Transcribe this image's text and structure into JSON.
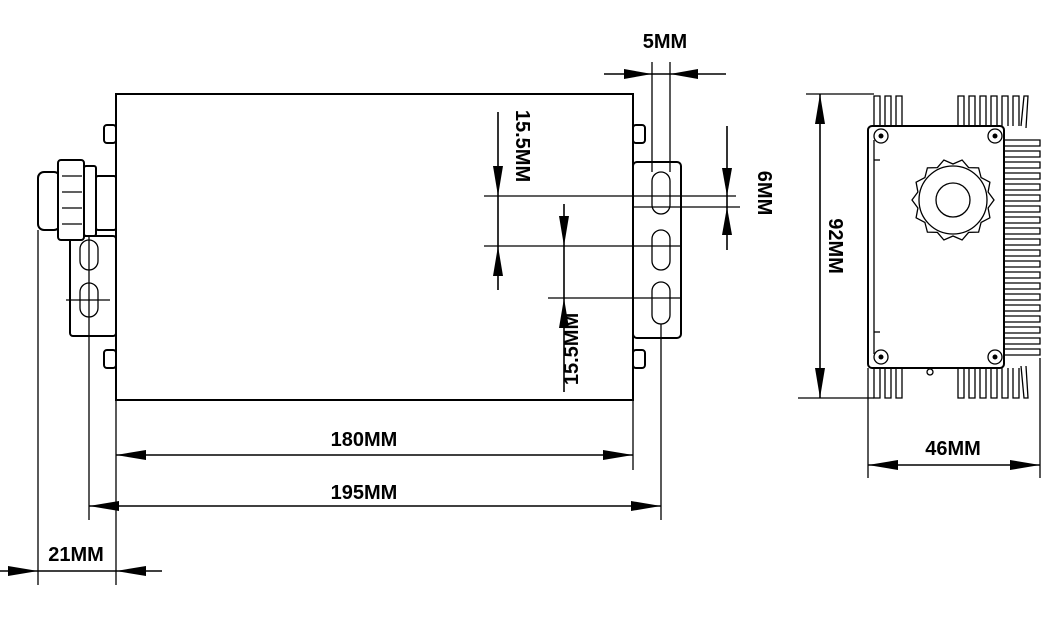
{
  "dimensions": {
    "top_offset": "5MM",
    "slot_spacing_top": "15.5MM",
    "slot_width": "6MM",
    "slot_spacing_bottom": "15.5MM",
    "body_length": "180MM",
    "total_length": "195MM",
    "connector_offset": "21MM",
    "height": "92MM",
    "depth": "46MM"
  },
  "colors": {
    "line": "#000000",
    "background": "#ffffff"
  }
}
